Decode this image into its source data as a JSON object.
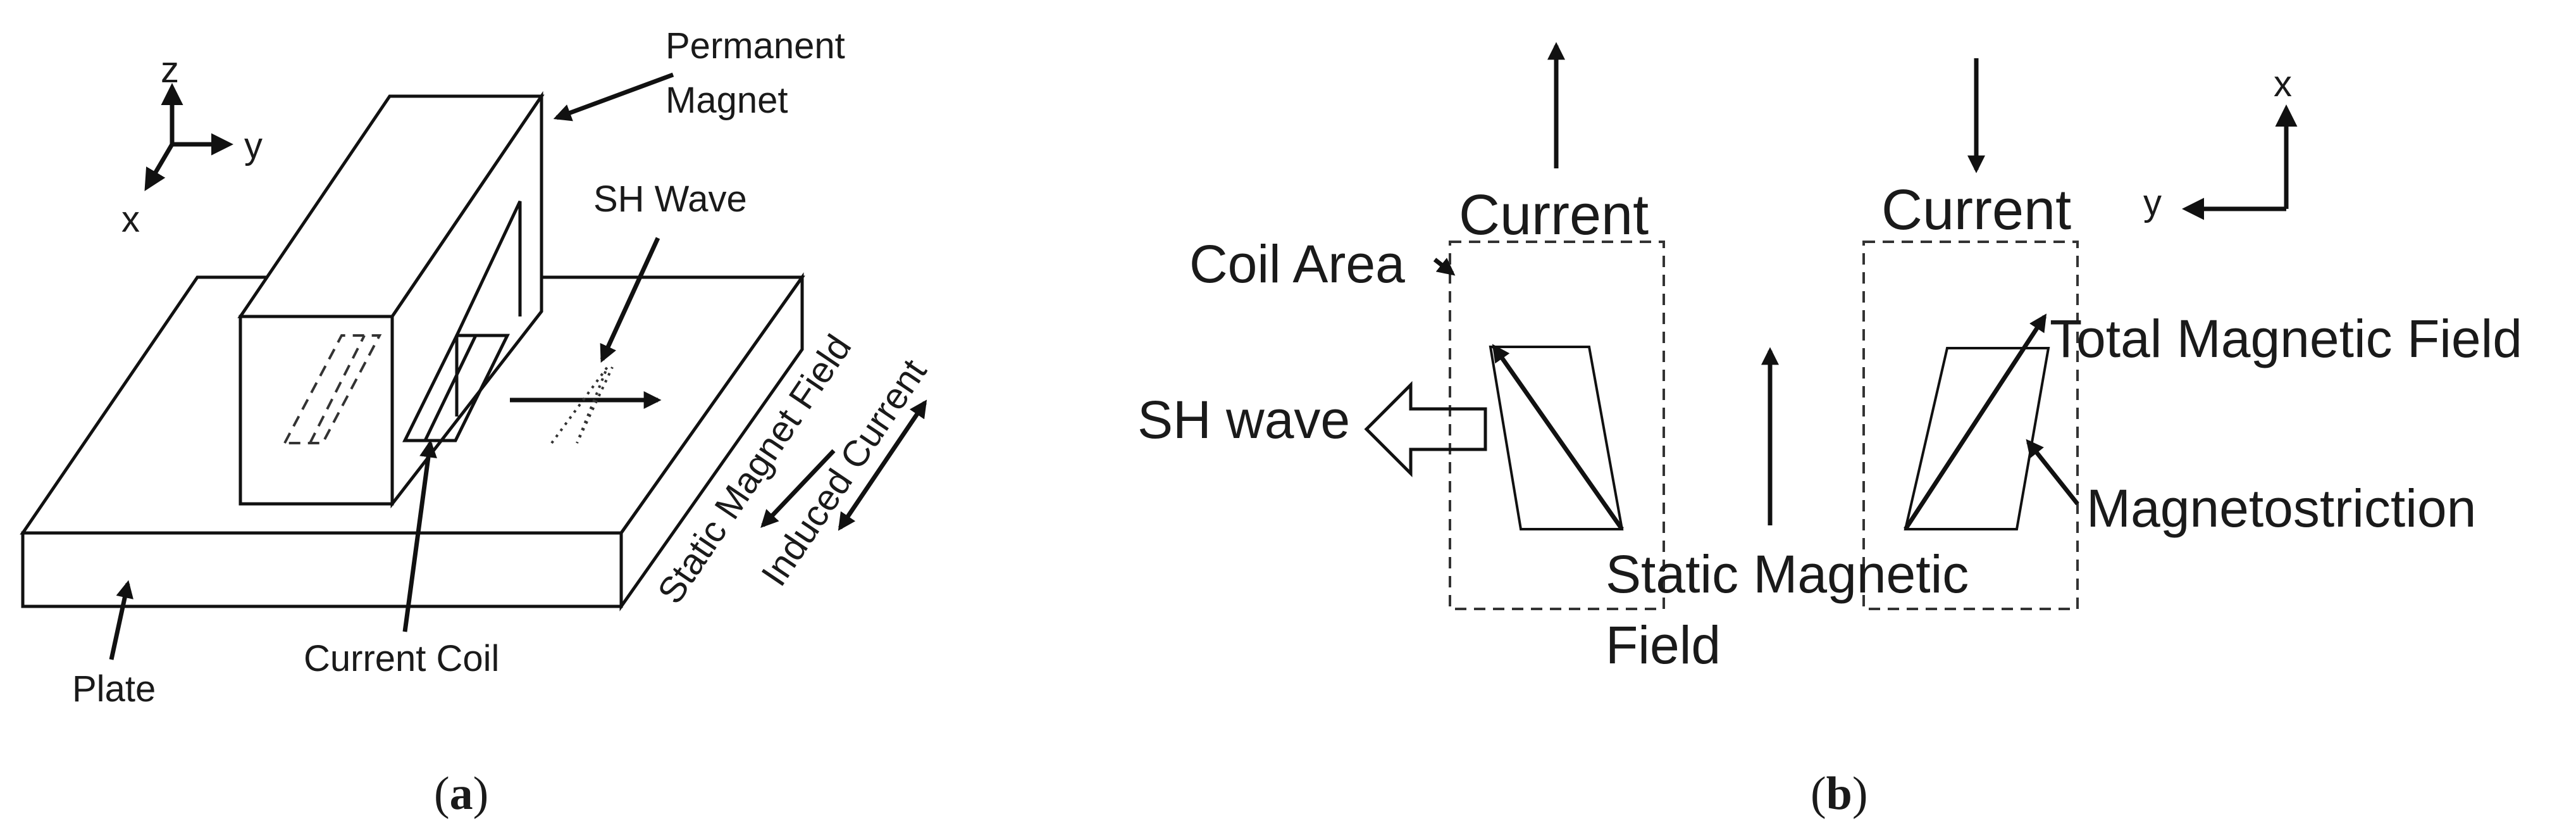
{
  "panel_a": {
    "axis_z": "z",
    "axis_y": "y",
    "axis_x": "x",
    "permanent_magnet_line1": "Permanent",
    "permanent_magnet_line2": "Magnet",
    "sh_wave": "SH Wave",
    "static_magnet_field": "Static Magnet Field",
    "induced_current": "Induced Current",
    "current_coil": "Current Coil",
    "plate": "Plate",
    "caption_letter": "a"
  },
  "panel_b": {
    "current_left": "Current",
    "current_right": "Current",
    "coil_area": "Coil Area",
    "sh_wave": "SH wave",
    "static_magnetic_line1": "Static Magnetic",
    "static_magnetic_line2": "Field",
    "total_magnetic_field": "Total Magnetic Field",
    "magnetostriction": "Magnetostriction",
    "axis_x": "x",
    "axis_y": "y",
    "caption_letter": "b"
  }
}
